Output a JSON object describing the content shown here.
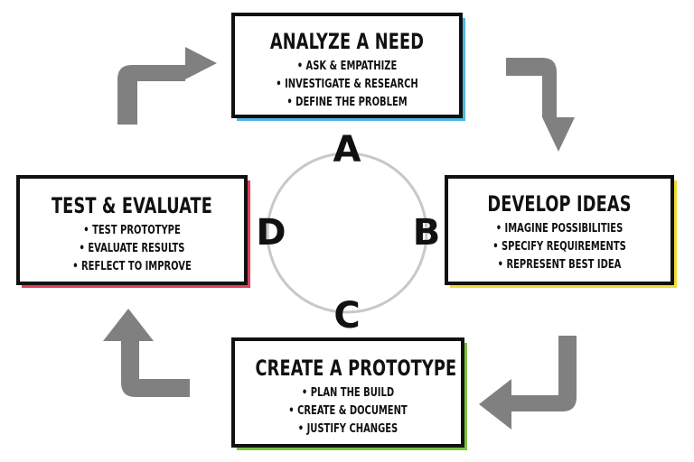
{
  "colors": {
    "analyze_accent": "#4fb5e0",
    "develop_accent": "#f2dc2a",
    "create_accent": "#7cc242",
    "test_accent": "#e0405a",
    "arrow": "#808080",
    "circle": "#c8c8c8",
    "text": "#111111"
  },
  "cycle": {
    "analyze": {
      "title": "ANALYZE A NEED",
      "items": [
        "ASK & EMPATHIZE",
        "INVESTIGATE & RESEARCH",
        "DEFINE THE PROBLEM"
      ]
    },
    "develop": {
      "title": "DEVELOP IDEAS",
      "items": [
        "IMAGINE POSSIBILITIES",
        "SPECIFY REQUIREMENTS",
        "REPRESENT BEST IDEA"
      ]
    },
    "create": {
      "title": "CREATE A PROTOTYPE",
      "items": [
        "PLAN THE BUILD",
        "CREATE & DOCUMENT",
        "JUSTIFY CHANGES"
      ]
    },
    "test": {
      "title": "TEST & EVALUATE",
      "items": [
        "TEST PROTOTYPE",
        "EVALUATE RESULTS",
        "REFLECT TO IMPROVE"
      ]
    }
  },
  "letters": {
    "a": "A",
    "b": "B",
    "c": "C",
    "d": "D"
  },
  "icons": [
    "arrow-top-right-icon",
    "arrow-right-down-icon",
    "arrow-bottom-left-icon",
    "arrow-left-up-icon"
  ]
}
